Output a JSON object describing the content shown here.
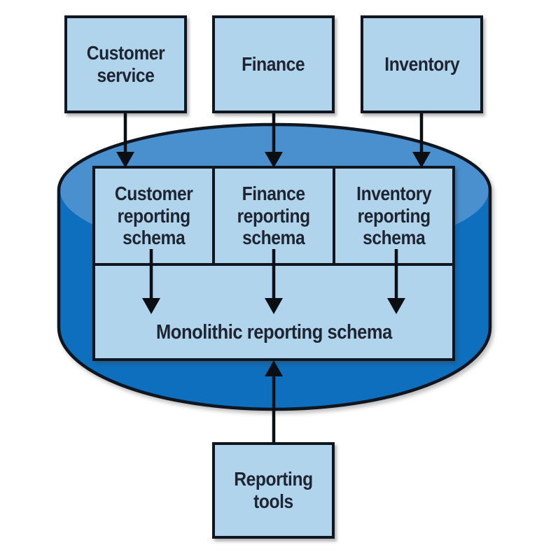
{
  "diagram": {
    "type": "architecture-diagram",
    "subject": "Monolithic reporting database",
    "source_systems": {
      "customer_service": "Customer service",
      "finance": "Finance",
      "inventory": "Inventory"
    },
    "database": {
      "schemas": {
        "customer": "Customer reporting schema",
        "finance": "Finance reporting schema",
        "inventory": "Inventory reporting schema",
        "monolithic": "Monolithic reporting schema"
      }
    },
    "consumers": {
      "reporting_tools": "Reporting tools"
    },
    "edges": [
      {
        "from": "Customer service",
        "to": "Customer reporting schema",
        "direction": "down"
      },
      {
        "from": "Finance",
        "to": "Finance reporting schema",
        "direction": "down"
      },
      {
        "from": "Inventory",
        "to": "Inventory reporting schema",
        "direction": "down"
      },
      {
        "from": "Customer reporting schema",
        "to": "Monolithic reporting schema",
        "direction": "down"
      },
      {
        "from": "Finance reporting schema",
        "to": "Monolithic reporting schema",
        "direction": "down"
      },
      {
        "from": "Inventory reporting schema",
        "to": "Monolithic reporting schema",
        "direction": "down"
      },
      {
        "from": "Reporting tools",
        "to": "Monolithic reporting schema",
        "direction": "up"
      }
    ],
    "colors": {
      "background": "#ffffff",
      "box_fill": "#b1d4ed",
      "cylinder_body": "#0d6fbe",
      "cylinder_top": "#4a90cf",
      "outline": "#10161f",
      "text": "#1e2531"
    }
  }
}
